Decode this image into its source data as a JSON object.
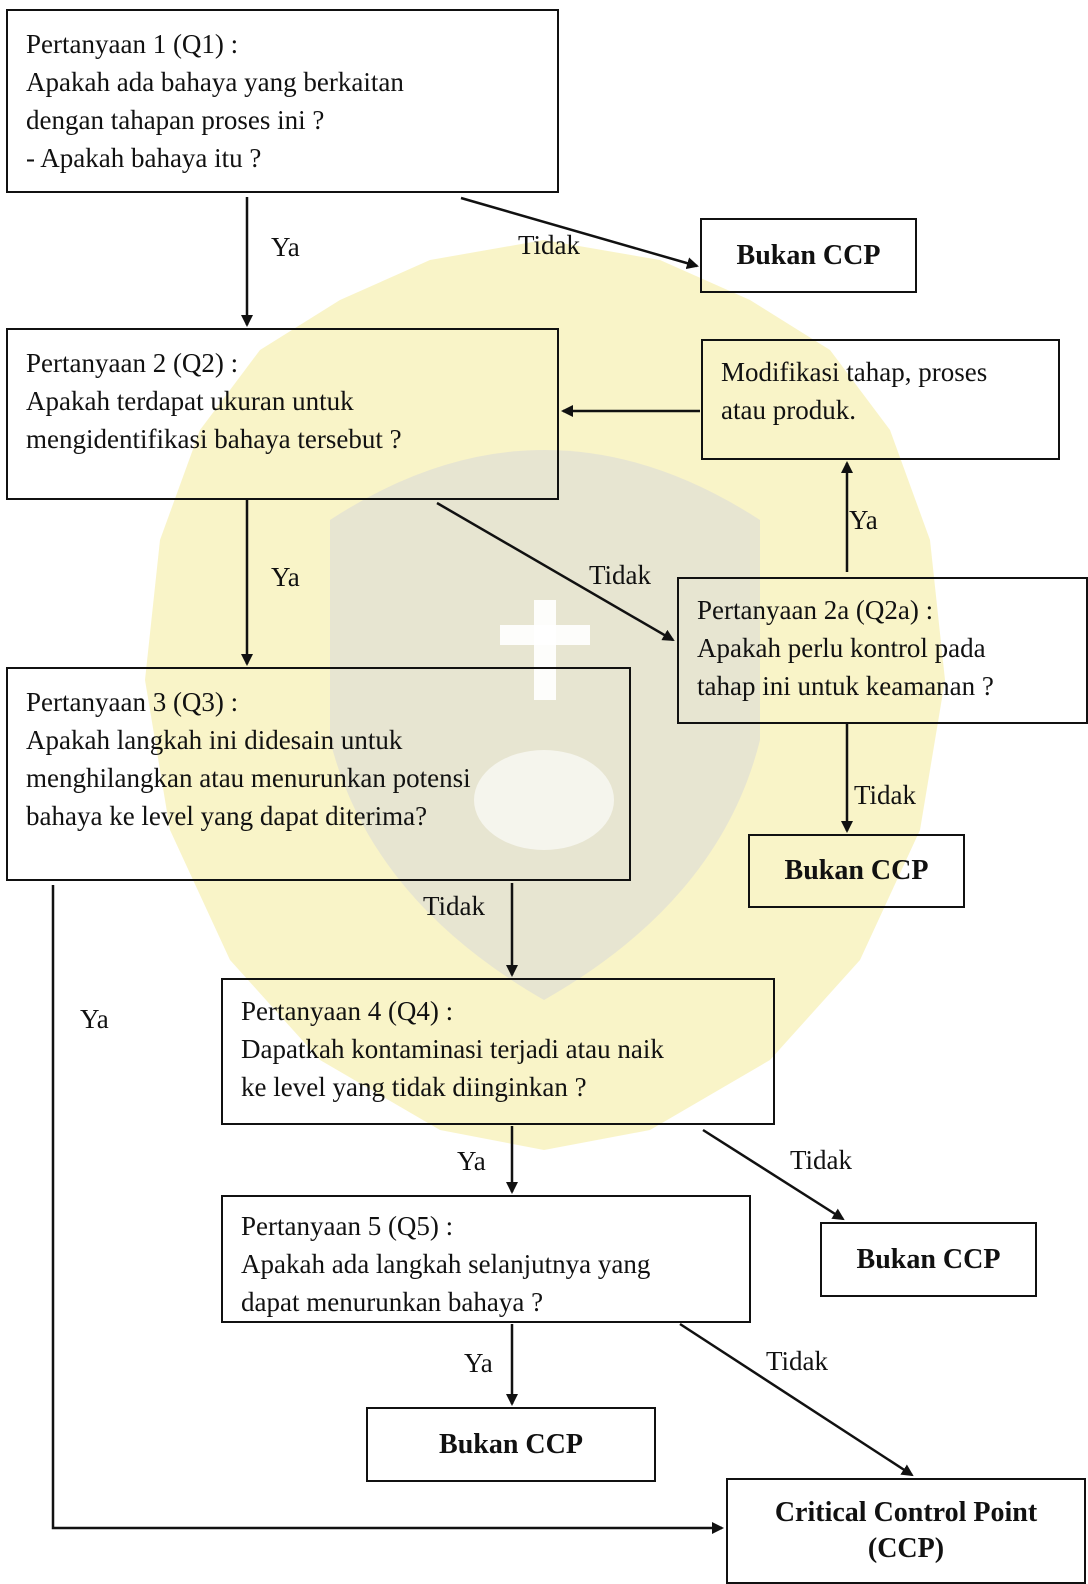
{
  "q1": {
    "title": "Pertanyaan 1 (Q1) :",
    "line1": "Apakah ada bahaya yang berkaitan",
    "line2": "dengan tahapan proses ini ?",
    "line3": "- Apakah bahaya itu ?"
  },
  "q2": {
    "title": "Pertanyaan 2 (Q2) :",
    "line1": "Apakah terdapat ukuran untuk",
    "line2": "mengidentifikasi bahaya tersebut ?"
  },
  "q2a": {
    "title": "Pertanyaan 2a (Q2a) :",
    "line1": "Apakah perlu kontrol pada",
    "line2": "tahap ini untuk keamanan ?"
  },
  "modify": {
    "line1": "Modifikasi tahap, proses",
    "line2": "atau produk."
  },
  "q3": {
    "title": "Pertanyaan 3 (Q3) :",
    "line1": "Apakah langkah ini didesain untuk",
    "line2": "menghilangkan atau menurunkan potensi",
    "line3": "bahaya ke level yang dapat diterima?"
  },
  "q4": {
    "title": "Pertanyaan 4 (Q4) :",
    "line1": "Dapatkah kontaminasi terjadi atau naik",
    "line2": "ke level yang tidak diinginkan ?"
  },
  "q5": {
    "title": "Pertanyaan 5 (Q5) :",
    "line1": "Apakah ada langkah selanjutnya yang",
    "line2": "dapat menurunkan bahaya ?"
  },
  "not_ccp": "Bukan CCP",
  "ccp": {
    "line1": "Critical Control Point",
    "line2": "(CCP)"
  },
  "labels": {
    "yes": "Ya",
    "no": "Tidak"
  },
  "colors": {
    "line": "#111111",
    "watermark": "#f3eba0",
    "watermark_dark": "#cfcfcf"
  }
}
